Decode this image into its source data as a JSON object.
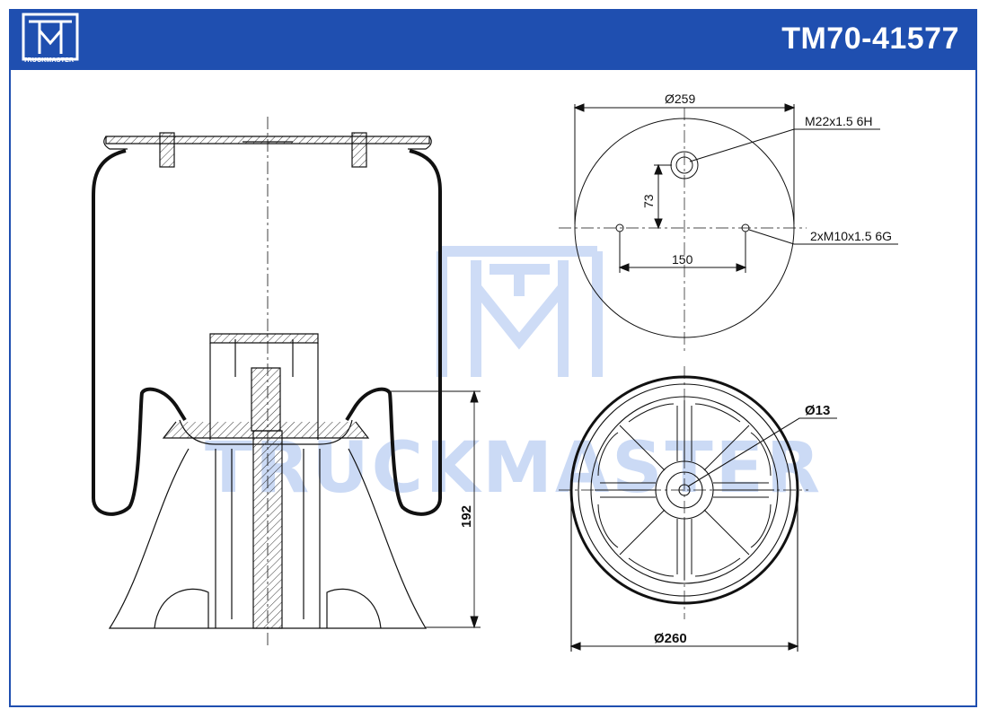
{
  "header": {
    "brand": "TRUCKMASTER",
    "part_number": "TM70-41577"
  },
  "watermark": {
    "text": "TRUCKMASTER"
  },
  "top_view": {
    "diameter": "Ø259",
    "center_thread": "M22x1.5 6H",
    "offset": "73",
    "bolt_spacing": "150",
    "bolt_thread": "2xM10x1.5 6G"
  },
  "bottom_view": {
    "diameter": "Ø260",
    "hole_diameter": "Ø13"
  },
  "side_view": {
    "height": "192"
  },
  "colors": {
    "brand_blue": "#1f4fb0",
    "watermark": "#b9cdf2"
  }
}
